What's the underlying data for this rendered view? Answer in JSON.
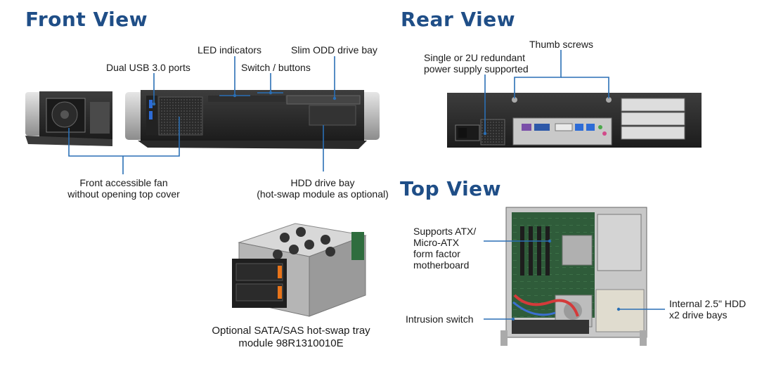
{
  "headings": {
    "front": "Front View",
    "rear": "Rear View",
    "top": "Top View"
  },
  "front_labels": {
    "led": "LED indicators",
    "slim_odd": "Slim ODD drive bay",
    "usb": "Dual USB 3.0 ports",
    "switch": "Switch / buttons",
    "fan_1": "Front accessible fan",
    "fan_2": "without opening top cover",
    "hdd_1": "HDD drive bay",
    "hdd_2": "(hot-swap module as optional)"
  },
  "tray_caption": {
    "line1": "Optional SATA/SAS hot-swap tray",
    "line2": "module 98R1310010E"
  },
  "rear_labels": {
    "thumb": "Thumb screws",
    "psu_1": "Single or 2U redundant",
    "psu_2": "power supply supported"
  },
  "top_labels": {
    "atx_1": "Supports ATX/",
    "atx_2": "Micro-ATX",
    "atx_3": "form factor",
    "atx_4": "motherboard",
    "intrusion": "Intrusion switch",
    "hdd_1": "Internal 2.5\" HDD",
    "hdd_2": "x2 drive bays"
  },
  "colors": {
    "heading": "#1f4e87",
    "leader": "#2a6fb5",
    "text": "#1a1a1a"
  }
}
